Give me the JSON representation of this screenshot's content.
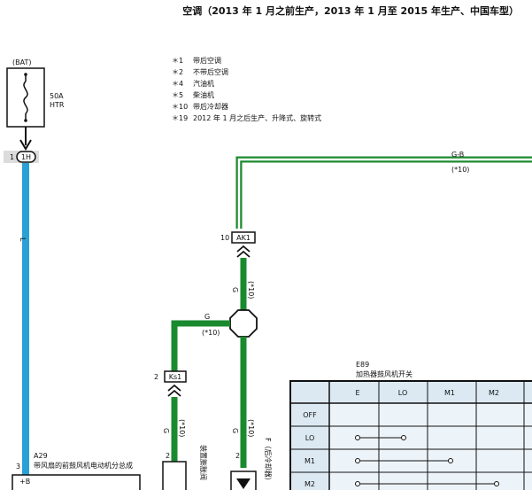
{
  "title": "空调（2013 年 1 月之前生产，2013 年 1 月至 2015 年生产、中国车型）",
  "notes": [
    {
      "mark": "＊1",
      "text": "带后空调"
    },
    {
      "mark": "＊2",
      "text": "不带后空调"
    },
    {
      "mark": "＊4",
      "text": "汽油机"
    },
    {
      "mark": "＊5",
      "text": "柴油机"
    },
    {
      "mark": "＊10",
      "text": "带后冷却器"
    },
    {
      "mark": "＊19",
      "text": "2012 年 1 月之后生产、升降式、旋转式"
    }
  ],
  "bat": {
    "label": "(BAT)",
    "fuse_rating": "50A",
    "fuse_name": "HTR"
  },
  "connectors": {
    "c1H": {
      "pin": "1",
      "name": "1H"
    },
    "cAK1": {
      "pin": "10",
      "name": "AK1"
    },
    "cKs1": {
      "pin": "2",
      "name": "Ks1"
    }
  },
  "wires": {
    "L": "L",
    "G_B": "G-B",
    "G_B_note": "(*10)",
    "G_branch": "G",
    "G_branch_note": "(*10)",
    "G_vert": "G",
    "G_vert_note": "(*10)",
    "G_ks": "G",
    "G_ks_note": "(*10)",
    "G_lower": "G",
    "G_lower_note": "(*10)"
  },
  "component_a29": {
    "code": "A29",
    "name": "带风扇的前鼓风机电动机分总成",
    "pin": "3",
    "terminal": "+B"
  },
  "side_labels": {
    "pin_left": "2",
    "pin_right": "2",
    "left_text": "装置膨胀阀",
    "right_text": "F（后冷却器）"
  },
  "switch_table": {
    "code": "E89",
    "name": "加热器鼓风机开关",
    "columns": [
      "E",
      "LO",
      "M1",
      "M2"
    ],
    "rows": [
      "OFF",
      "LO",
      "M1",
      "M2"
    ]
  },
  "colors": {
    "wire_blue": "#2aa0d6",
    "wire_green": "#1a8a2e"
  }
}
